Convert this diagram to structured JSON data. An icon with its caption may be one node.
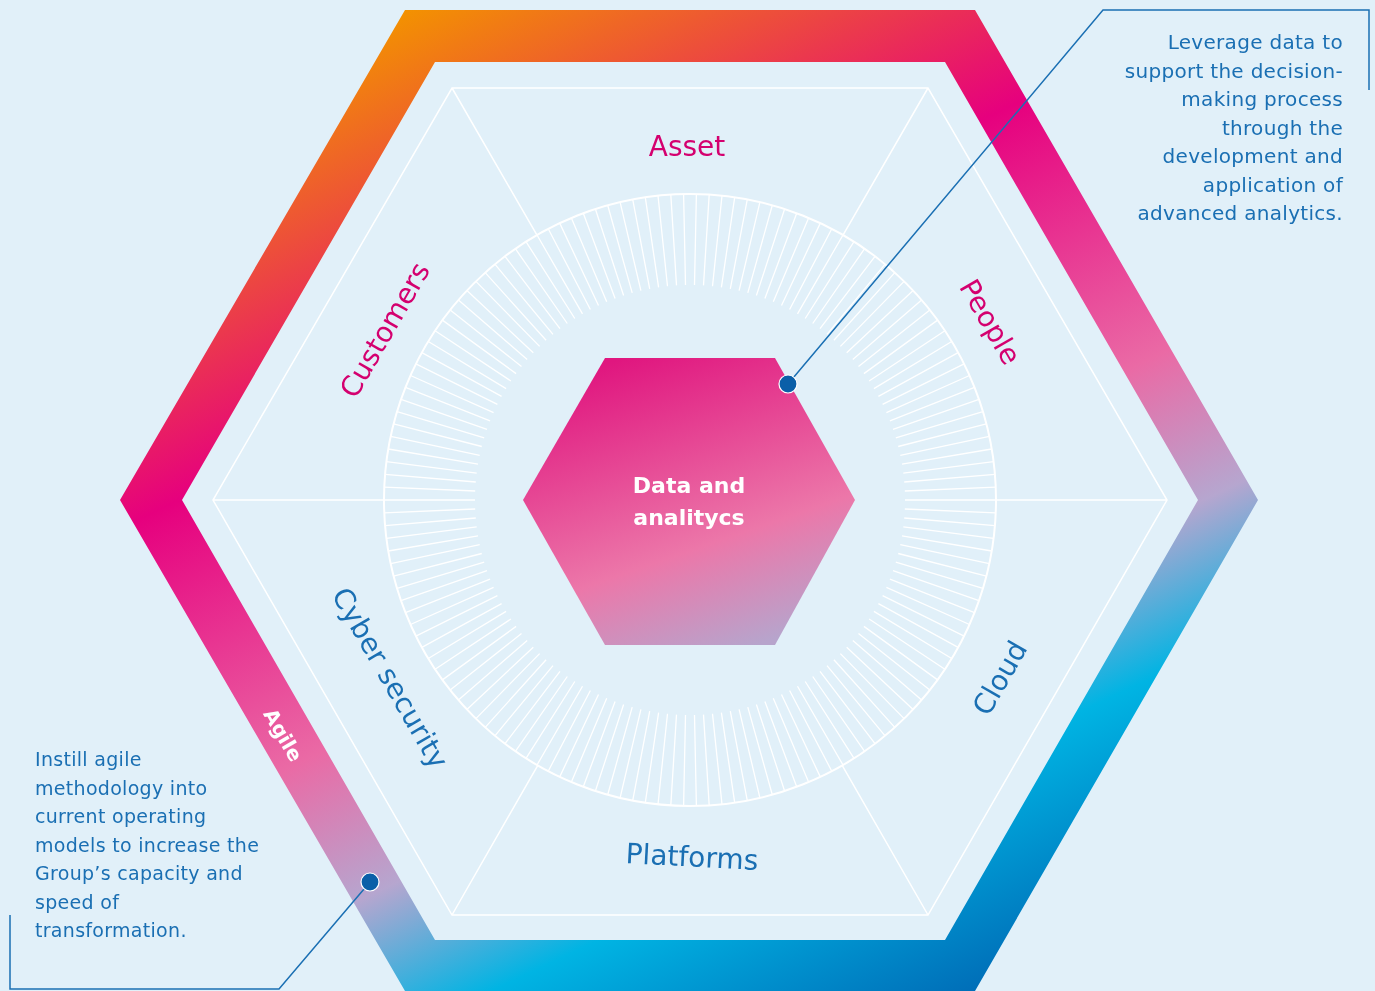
{
  "diagram": {
    "nodes": [
      {
        "text": [
          "Agile"
        ]
      },
      {
        "text": [
          "Asset"
        ],
        "in": 0
      },
      {
        "text": [
          "People"
        ],
        "in": 0
      },
      {
        "text": [
          "Cloud"
        ],
        "in": 0
      },
      {
        "text": [
          "Platforms"
        ],
        "in": 0
      },
      {
        "text": [
          "Cyber security"
        ],
        "in": 0
      },
      {
        "text": [
          "Customers"
        ],
        "in": 0
      },
      {
        "text": [
          "Data and analitycs"
        ],
        "in": 0
      },
      {
        "text": [
          "Leverage data to support the decision-making process through the development and application of advanced analytics."
        ]
      },
      {
        "text": [
          "Instill agile methodology into current operating models to increase the Group’s capacity and speed of transformation."
        ]
      }
    ],
    "edges": [
      {
        "from": 8,
        "to": 7,
        "arrow": "other"
      },
      {
        "from": 9,
        "to": 0,
        "arrow": "other"
      }
    ]
  }
}
